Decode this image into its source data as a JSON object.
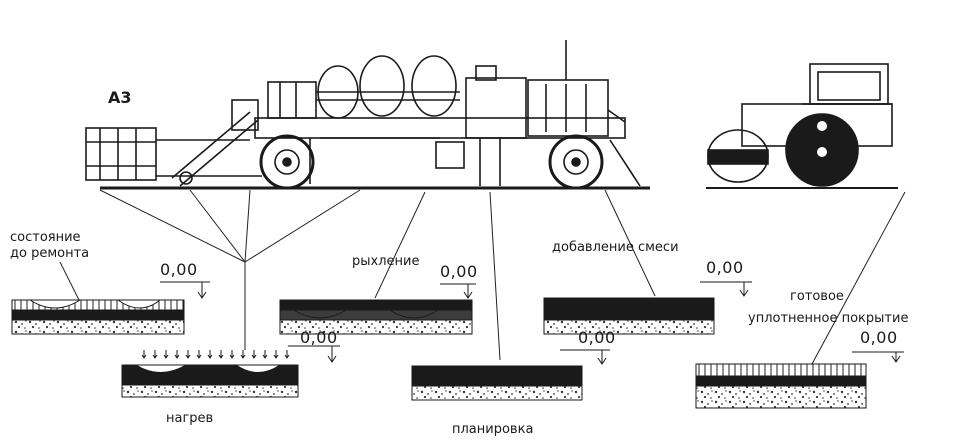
{
  "diagram": {
    "title": "А3",
    "level_mark": "0,00",
    "stages": {
      "before": {
        "line1": "состояние",
        "line2": "до ремонта"
      },
      "heating": "нагрев",
      "loosening": "рыхление",
      "leveling": "планировка",
      "mix_addition": "добавление смеси",
      "finished": {
        "line1": "готовое",
        "line2": "уплотненное покрытие"
      }
    },
    "colors": {
      "ink": "#1a1a1a",
      "paper": "#ffffff"
    }
  }
}
